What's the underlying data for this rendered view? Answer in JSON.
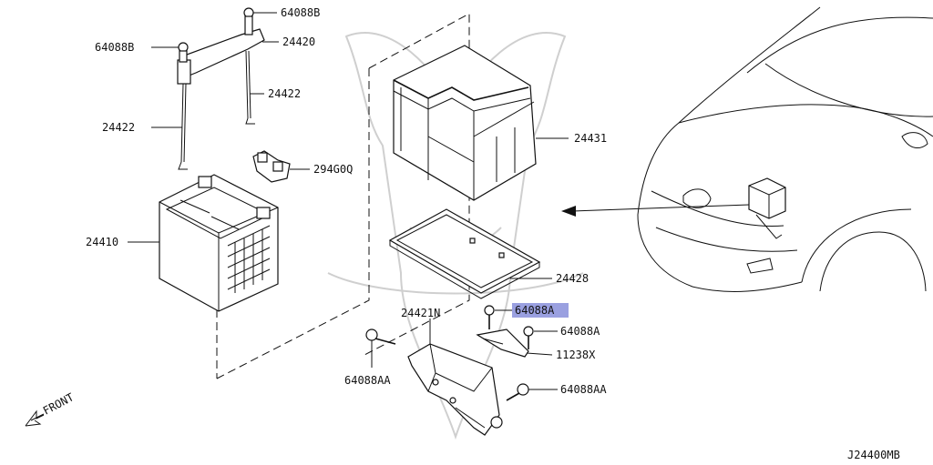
{
  "diagram": {
    "code": "J24400MB",
    "front_label": "FRONT",
    "parts": {
      "p64088B_top": "64088B",
      "p64088B_left": "64088B",
      "p24420": "24420",
      "p24422_right": "24422",
      "p24422_left": "24422",
      "p294G0Q": "294G0Q",
      "p24410": "24410",
      "p24431": "24431",
      "p24428": "24428",
      "p24421N": "24421N",
      "p64088A_hl": "64088A",
      "p64088A": "64088A",
      "p11238X": "11238X",
      "p64088AA_left": "64088AA",
      "p64088AA_right": "64088AA"
    },
    "highlighted_part": "64088A",
    "colors": {
      "highlight": "#9aa0e0",
      "line": "#111111",
      "watermark": "#cfcfcf"
    }
  }
}
